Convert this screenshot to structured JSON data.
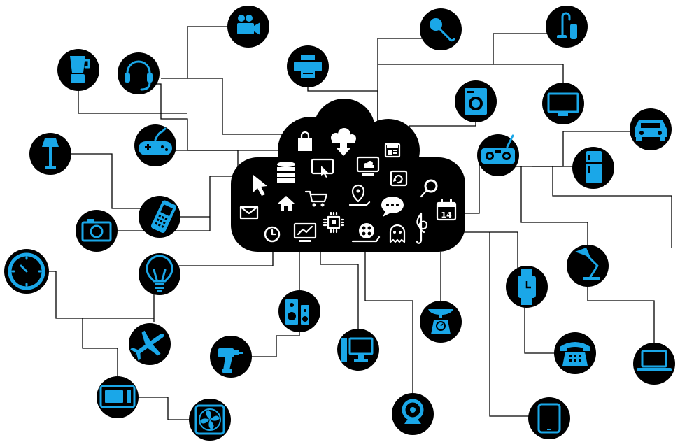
{
  "colors": {
    "node_fill": "#000000",
    "icon_accent": "#1aa7e8",
    "cloud_icon": "#ffffff",
    "line": "#000000",
    "background": "#ffffff"
  },
  "cloud": {
    "calendar_day": "14"
  },
  "cloud_icons": [
    "cursor-icon",
    "database-icon",
    "shopping-bag-icon",
    "cloud-download-icon",
    "touch-screen-icon",
    "monitor-cloud-icon",
    "web-page-icon",
    "sync-icon",
    "search-icon",
    "home-icon",
    "shopping-cart-icon",
    "location-pin-icon",
    "chat-icon",
    "calendar-icon",
    "mail-icon",
    "clock-icon",
    "chart-screen-icon",
    "chip-icon",
    "film-reel-icon",
    "ghost-icon",
    "music-note-icon"
  ],
  "devices": [
    "video-camera",
    "microphone",
    "vacuum-cleaner",
    "blender",
    "headset",
    "printer",
    "washing-machine",
    "tv",
    "car",
    "gamepad",
    "floor-lamp",
    "boombox",
    "fridge",
    "mobile-phone",
    "photo-camera",
    "light-bulb",
    "desk-lamp",
    "wall-clock",
    "airplane",
    "speakers",
    "smartwatch",
    "drill",
    "desktop-computer",
    "kitchen-scale",
    "telephone",
    "laptop",
    "microwave",
    "fan",
    "webcam",
    "tablet"
  ]
}
